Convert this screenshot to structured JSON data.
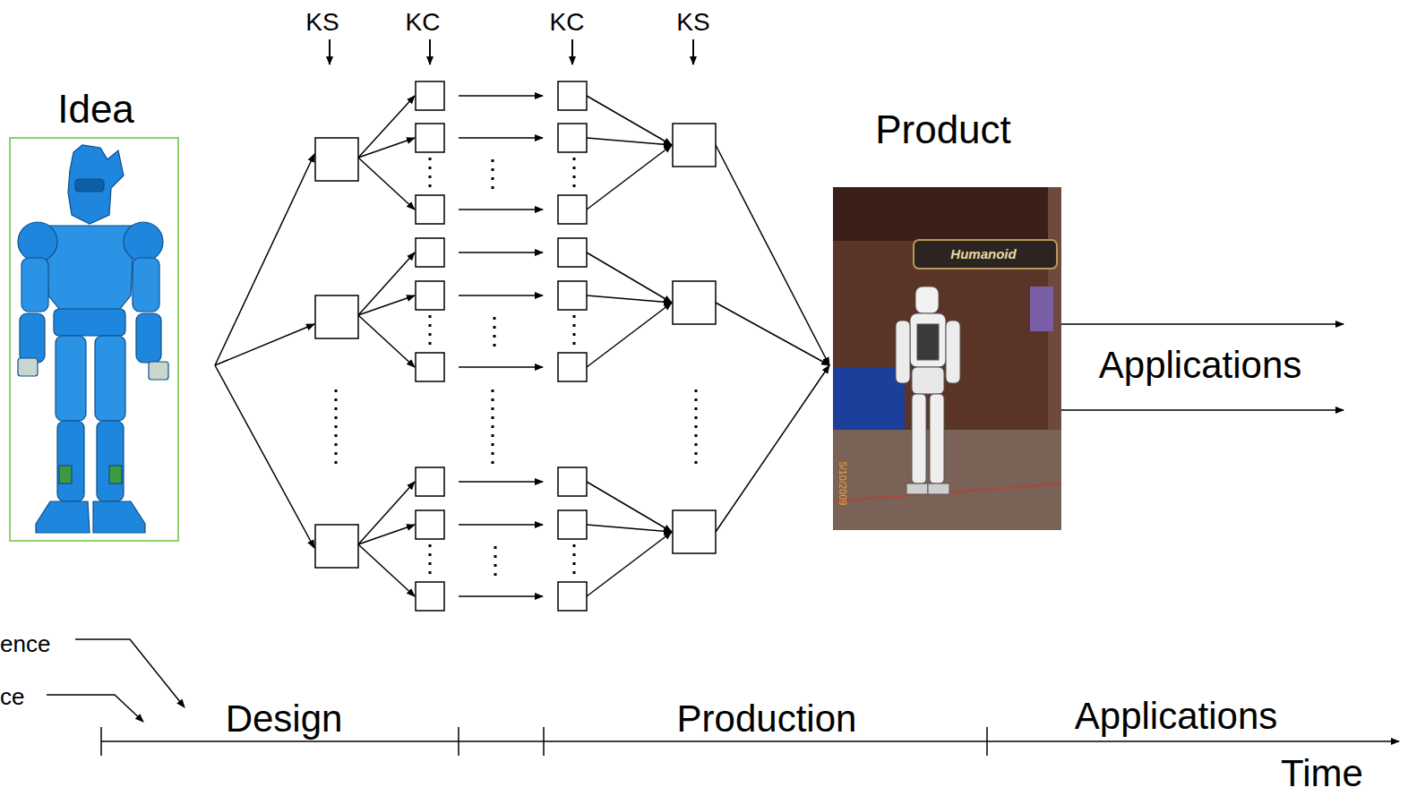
{
  "diagram": {
    "nodes": [
      {
        "text": [
          "Idea"
        ]
      },
      {
        "text": [
          "Product"
        ]
      }
    ],
    "labels": [
      "KS",
      "KC",
      "KC",
      "KS",
      "Applications",
      "Humanoid",
      "5/10/2009",
      "ence",
      "ce",
      "Design",
      "Production",
      "Applications",
      "Time"
    ]
  }
}
